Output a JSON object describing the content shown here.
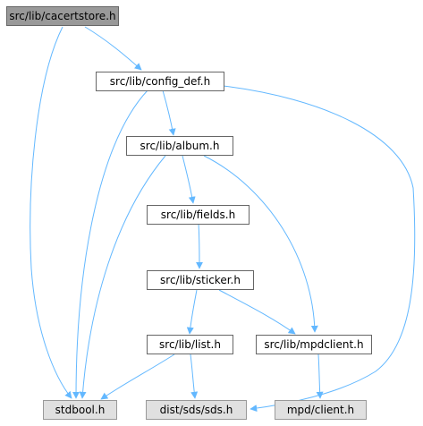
{
  "colors": {
    "edge": "#63b8ff",
    "root_fill": "#999999",
    "system_fill": "#e0e0e0",
    "node_border": "#666666"
  },
  "nodes": [
    {
      "id": "cacertstore",
      "label": "src/lib/cacertstore.h",
      "kind": "root"
    },
    {
      "id": "config_def",
      "label": "src/lib/config_def.h",
      "kind": "local"
    },
    {
      "id": "album",
      "label": "src/lib/album.h",
      "kind": "local"
    },
    {
      "id": "fields",
      "label": "src/lib/fields.h",
      "kind": "local"
    },
    {
      "id": "sticker",
      "label": "src/lib/sticker.h",
      "kind": "local"
    },
    {
      "id": "list",
      "label": "src/lib/list.h",
      "kind": "local"
    },
    {
      "id": "mpdclient",
      "label": "src/lib/mpdclient.h",
      "kind": "local"
    },
    {
      "id": "stdbool",
      "label": "stdbool.h",
      "kind": "system"
    },
    {
      "id": "sds",
      "label": "dist/sds/sds.h",
      "kind": "system"
    },
    {
      "id": "client",
      "label": "mpd/client.h",
      "kind": "system"
    }
  ],
  "edges": [
    {
      "from": "cacertstore",
      "to": "stdbool"
    },
    {
      "from": "cacertstore",
      "to": "config_def"
    },
    {
      "from": "config_def",
      "to": "album"
    },
    {
      "from": "config_def",
      "to": "stdbool"
    },
    {
      "from": "config_def",
      "to": "sds"
    },
    {
      "from": "album",
      "to": "fields"
    },
    {
      "from": "album",
      "to": "stdbool"
    },
    {
      "from": "album",
      "to": "mpdclient"
    },
    {
      "from": "fields",
      "to": "sticker"
    },
    {
      "from": "sticker",
      "to": "list"
    },
    {
      "from": "sticker",
      "to": "mpdclient"
    },
    {
      "from": "list",
      "to": "stdbool"
    },
    {
      "from": "list",
      "to": "sds"
    },
    {
      "from": "mpdclient",
      "to": "client"
    }
  ]
}
